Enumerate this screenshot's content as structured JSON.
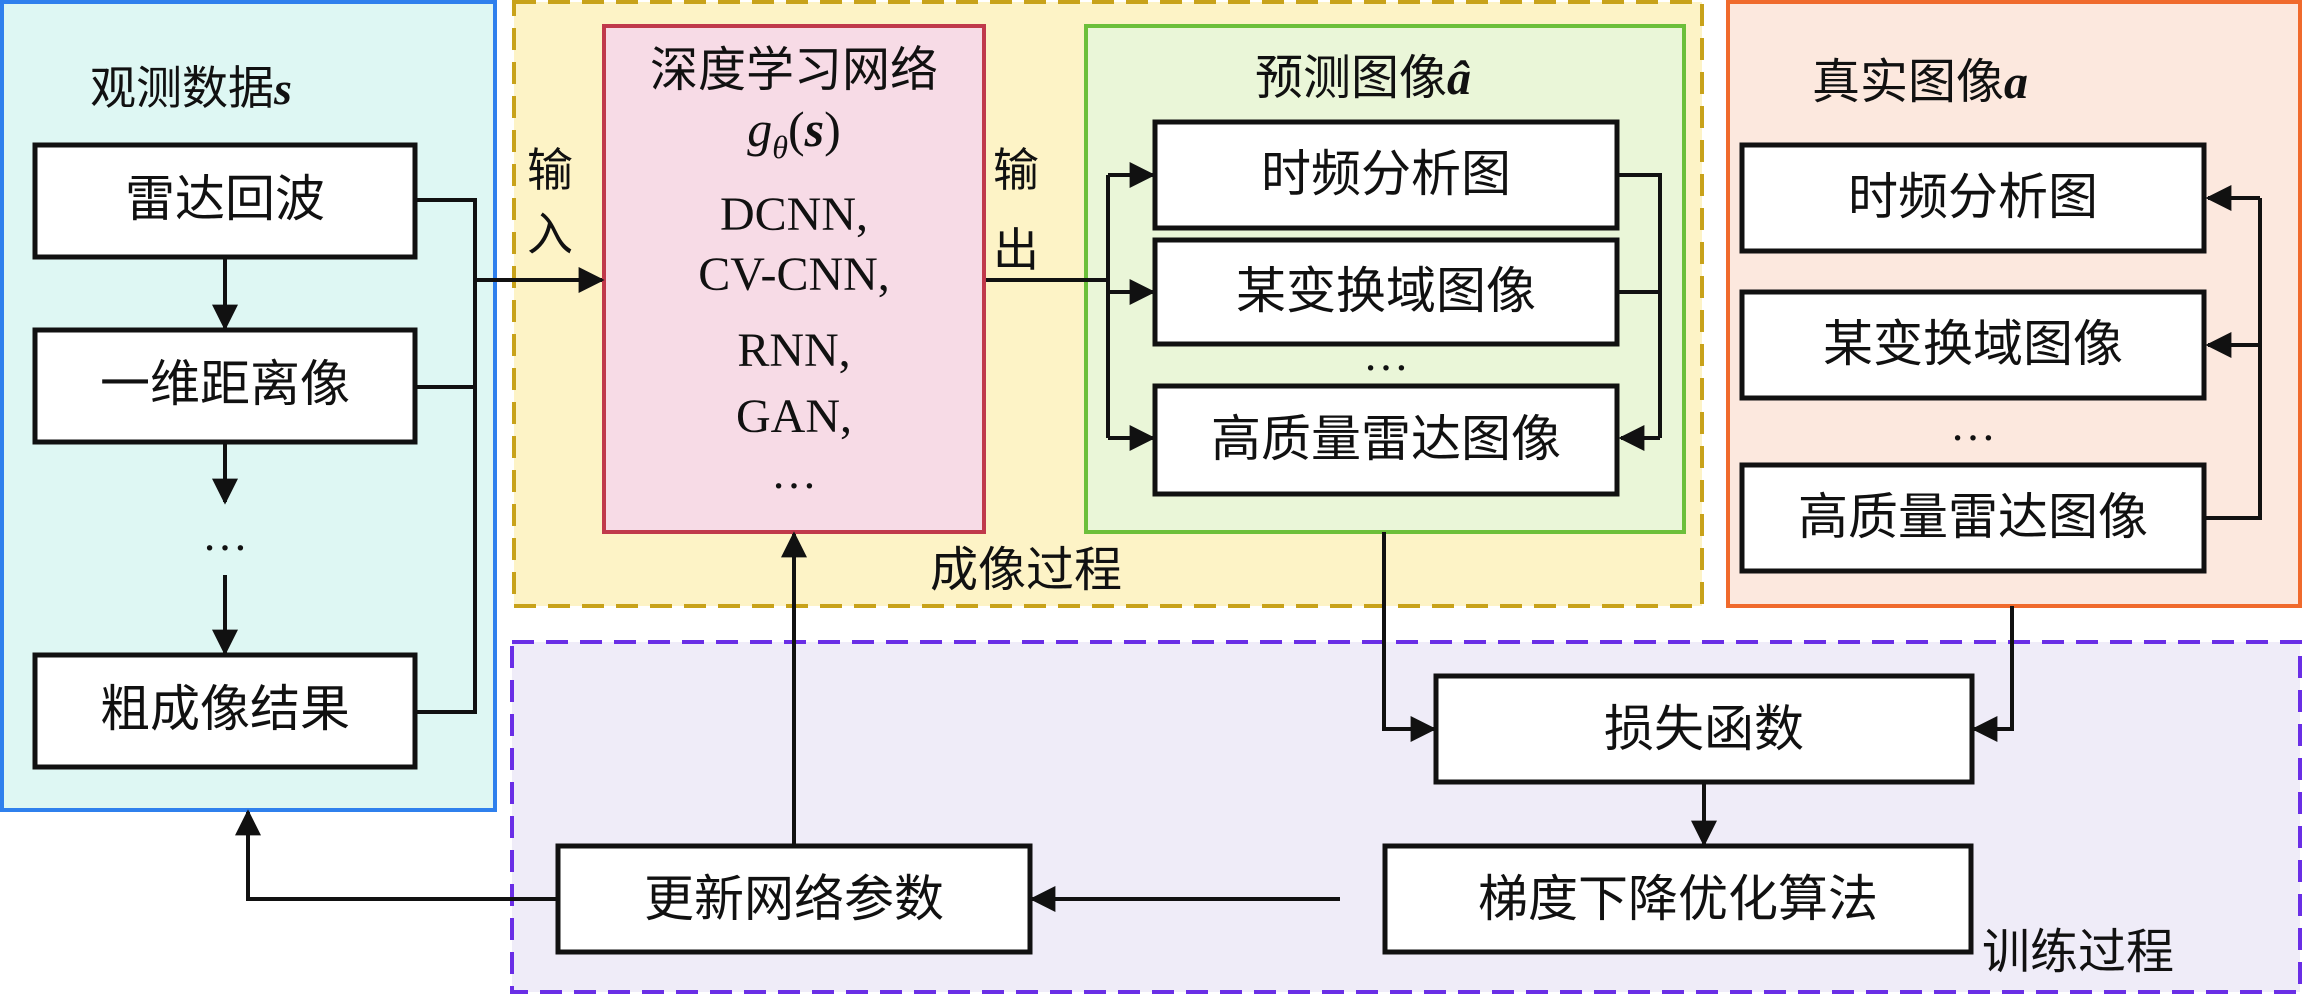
{
  "colors": {
    "observed_border": "#2f80ed",
    "observed_fill": "#def7f3",
    "imaging_border": "#c8a21a",
    "imaging_fill": "#fdf3c6",
    "network_border": "#c0394b",
    "network_fill": "#f7dbe6",
    "predicted_border": "#6cbf3a",
    "predicted_fill": "#eaf6d8",
    "real_border": "#f06a2c",
    "real_fill": "#fce8de",
    "training_border": "#6a2ee6",
    "training_fill": "#efecf8",
    "box_border": "#111111",
    "box_fill": "#ffffff",
    "arrow": "#111111"
  },
  "observed": {
    "title": "观测数据",
    "title_symbol": "s",
    "items": [
      "雷达回波",
      "一维距离像",
      "…",
      "粗成像结果"
    ]
  },
  "imaging": {
    "label": "成像过程",
    "input_label": [
      "输",
      "入"
    ],
    "output_label": [
      "输",
      "出"
    ]
  },
  "network": {
    "title": "深度学习网络",
    "func": "g",
    "func_sub": "θ",
    "func_open": "(",
    "func_arg": "s",
    "func_close": ")",
    "models": [
      "DCNN,",
      "CV-CNN,",
      "RNN,",
      "GAN,",
      "…"
    ]
  },
  "predicted": {
    "title": "预测图像",
    "title_symbol": "â",
    "items": [
      "时频分析图",
      "某变换域图像",
      "…",
      "高质量雷达图像"
    ]
  },
  "real": {
    "title": "真实图像",
    "title_symbol": "a",
    "items": [
      "时频分析图",
      "某变换域图像",
      "…",
      "高质量雷达图像"
    ]
  },
  "training": {
    "label": "训练过程",
    "loss": "损失函数",
    "optimizer": "梯度下降优化算法",
    "update": "更新网络参数"
  }
}
